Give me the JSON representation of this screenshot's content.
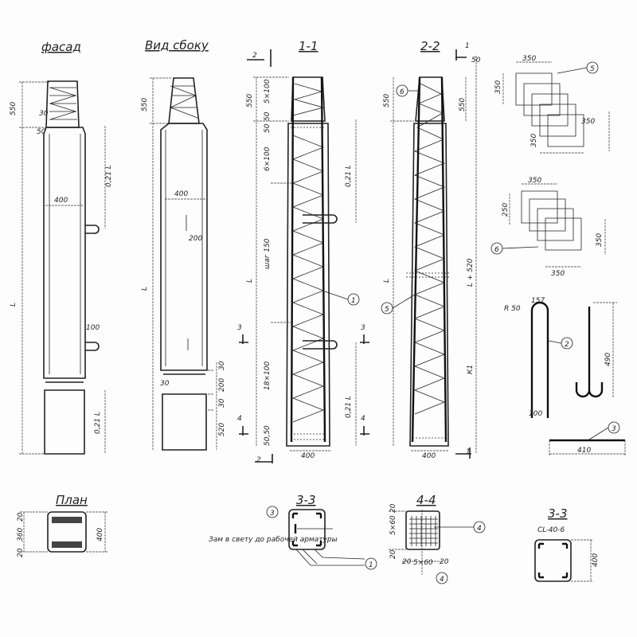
{
  "titles": {
    "facade": "фасад",
    "side": "Вид сбоку",
    "s11": "1-1",
    "s22": "2-2",
    "plan": "План",
    "s33": "3-3",
    "s44": "4-4",
    "s33b": "3-3",
    "s33b_mark": "СL-40-6"
  },
  "facade": {
    "d550": "550",
    "d50": "50",
    "d30": "30",
    "d021a": "0,21 L",
    "d400": "400",
    "dL": "L",
    "d100": "100",
    "d021b": "0,21 L"
  },
  "side": {
    "d550": "550",
    "d400": "400",
    "d200": "200",
    "dL": "L",
    "d30a": "30",
    "d200b": "200",
    "d30b": "30",
    "d520": "520",
    "d30c": "30"
  },
  "s11": {
    "d550": "550",
    "d5x100": "5×100",
    "d50a": "50",
    "d50b": "50",
    "d6x100": "6×100",
    "dstep": "шаг 150",
    "dL": "L",
    "d18x100": "18×100",
    "d5050": "50,50",
    "d021a": "0,21 L",
    "d021b": "0,21 L",
    "d400": "400",
    "cut2": "2",
    "cut3": "3",
    "cut4": "4",
    "callout1": "1"
  },
  "s22": {
    "d550": "550",
    "dL": "L",
    "callout6": "6",
    "callout5": "5",
    "d400": "400",
    "d550r": "550",
    "dL520": "L + 520",
    "dK1": "К1",
    "cut1": "1",
    "d50": "50"
  },
  "details": {
    "p5_350a": "350",
    "p5_350b": "350",
    "p5_350c": "350",
    "p5_350d": "350",
    "callout5": "5",
    "p6_350a": "350",
    "p6_250": "250",
    "p6_350b": "350",
    "p6_350c": "350",
    "callout6": "6",
    "r50": "R 50",
    "d157": "157",
    "callout2": "2",
    "d100": "100",
    "d490": "490",
    "callout3": "3",
    "d410": "410"
  },
  "bottom": {
    "plan_20a": "20",
    "plan_360": "360",
    "plan_20b": "20",
    "plan_400": "400",
    "callout3": "3",
    "note": "Зам в свету до рабочей арматуры",
    "callout1": "1",
    "s44_20a": "20",
    "s44_5x60": "5×60",
    "s44_20b": "20",
    "s44_w20a": "20",
    "s44_w5x60": "5×60",
    "s44_w20b": "20",
    "callout4a": "4",
    "callout4b": "4",
    "s33b_400": "400"
  }
}
